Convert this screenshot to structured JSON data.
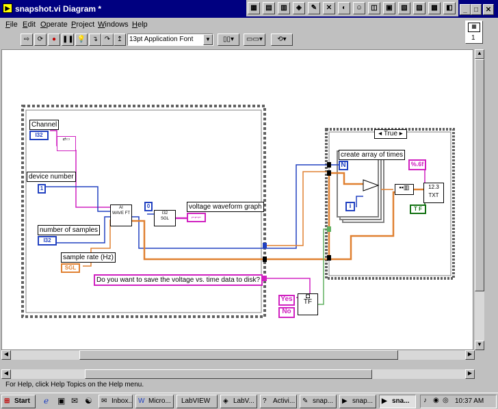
{
  "window": {
    "title": "snapshot.vi Diagram *"
  },
  "menu": [
    {
      "pre": "",
      "key": "F",
      "post": "ile"
    },
    {
      "pre": "",
      "key": "E",
      "post": "dit"
    },
    {
      "pre": "",
      "key": "O",
      "post": "perate"
    },
    {
      "pre": "",
      "key": "P",
      "post": "roject"
    },
    {
      "pre": "",
      "key": "W",
      "post": "indows"
    },
    {
      "pre": "",
      "key": "H",
      "post": "elp"
    }
  ],
  "toolbar": {
    "font_select": "13pt Application Font"
  },
  "connector_pane": {
    "number": "1"
  },
  "diagram": {
    "channel_label": "Channel",
    "channel_type": "I32",
    "device_label": "device number",
    "device_value": "1",
    "samples_label": "number of samples",
    "samples_type": "I32",
    "rate_label": "sample rate (Hz)",
    "rate_type": "SGL",
    "save_prompt": "Do you want to save the voltage vs. time data to disk?",
    "graph_label": "voltage waveform graph",
    "zero_const": "0",
    "case_selector": "True",
    "array_label": "create array of times",
    "n_terminal": "N",
    "i_terminal": "i",
    "format_string": "%.6f",
    "tf_const": "T F",
    "yes_label": "Yes",
    "no_label": "No",
    "ai_vi": "AI\nWAVE FT",
    "txt_vi": "12.3\nTXT"
  },
  "statusbar": {
    "text": "For Help, click Help Topics on the Help menu."
  },
  "taskbar": {
    "start": "Start",
    "clock": "10:37 AM",
    "items": [
      "Inbox...",
      "Micro...",
      "LabVIEW",
      "LabV...",
      "Activi...",
      "snap...",
      "snap...",
      "sna..."
    ]
  },
  "colors": {
    "titlebar": "#000080",
    "wire_blue": "#2040c0",
    "wire_orange": "#e08030",
    "wire_pink": "#d020c0",
    "wire_green": "#107010"
  }
}
